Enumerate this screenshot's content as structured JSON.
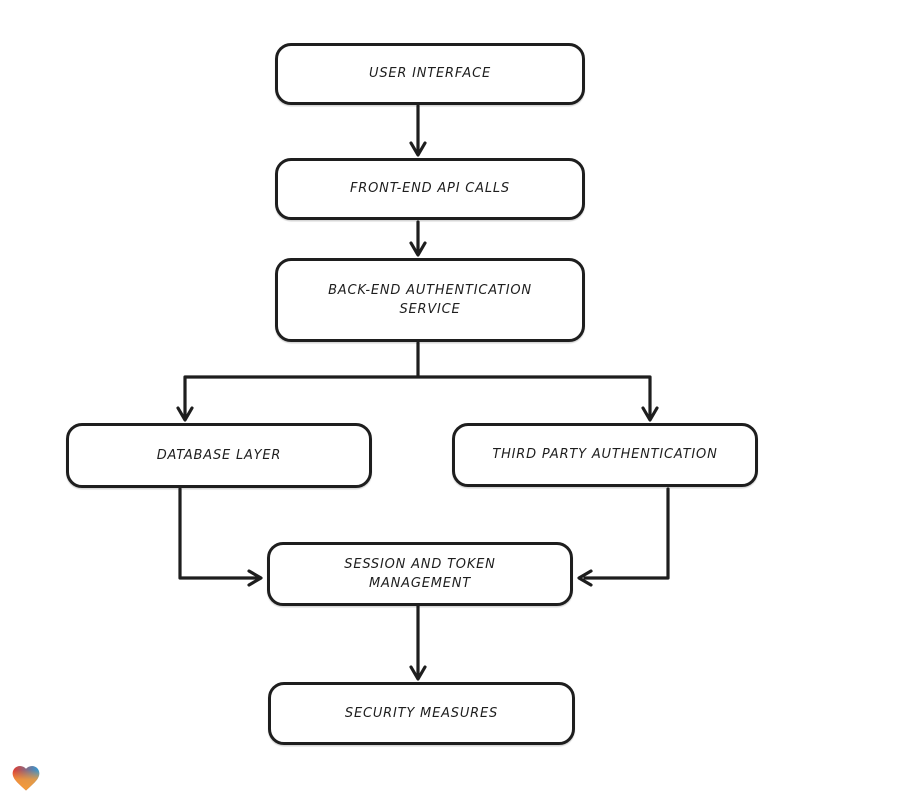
{
  "diagram": {
    "type": "flowchart",
    "nodes": [
      {
        "id": "user-interface",
        "label": "USER INTERFACE"
      },
      {
        "id": "front-end-api-calls",
        "label": "FRONT-END API CALLS"
      },
      {
        "id": "back-end-authentication-service",
        "label": "BACK-END AUTHENTICATION SERVICE"
      },
      {
        "id": "database-layer",
        "label": "DATABASE LAYER"
      },
      {
        "id": "third-party-authentication",
        "label": "THIRD PARTY AUTHENTICATION"
      },
      {
        "id": "session-and-token-management",
        "label": "SESSION AND TOKEN MANAGEMENT"
      },
      {
        "id": "security-measures",
        "label": "SECURITY MEASURES"
      }
    ],
    "edges": [
      {
        "from": "user-interface",
        "to": "front-end-api-calls"
      },
      {
        "from": "front-end-api-calls",
        "to": "back-end-authentication-service"
      },
      {
        "from": "back-end-authentication-service",
        "to": "database-layer"
      },
      {
        "from": "back-end-authentication-service",
        "to": "third-party-authentication"
      },
      {
        "from": "database-layer",
        "to": "session-and-token-management"
      },
      {
        "from": "third-party-authentication",
        "to": "session-and-token-management"
      },
      {
        "from": "session-and-token-management",
        "to": "security-measures"
      }
    ],
    "colors": {
      "stroke": "#1e1e1e",
      "canvas_background": "#ffffff",
      "heart_red": "#e43a2e",
      "heart_blue": "#2d9bd8",
      "heart_orange": "#f59c3a"
    },
    "watermark": {
      "icon": "heart-icon"
    }
  }
}
